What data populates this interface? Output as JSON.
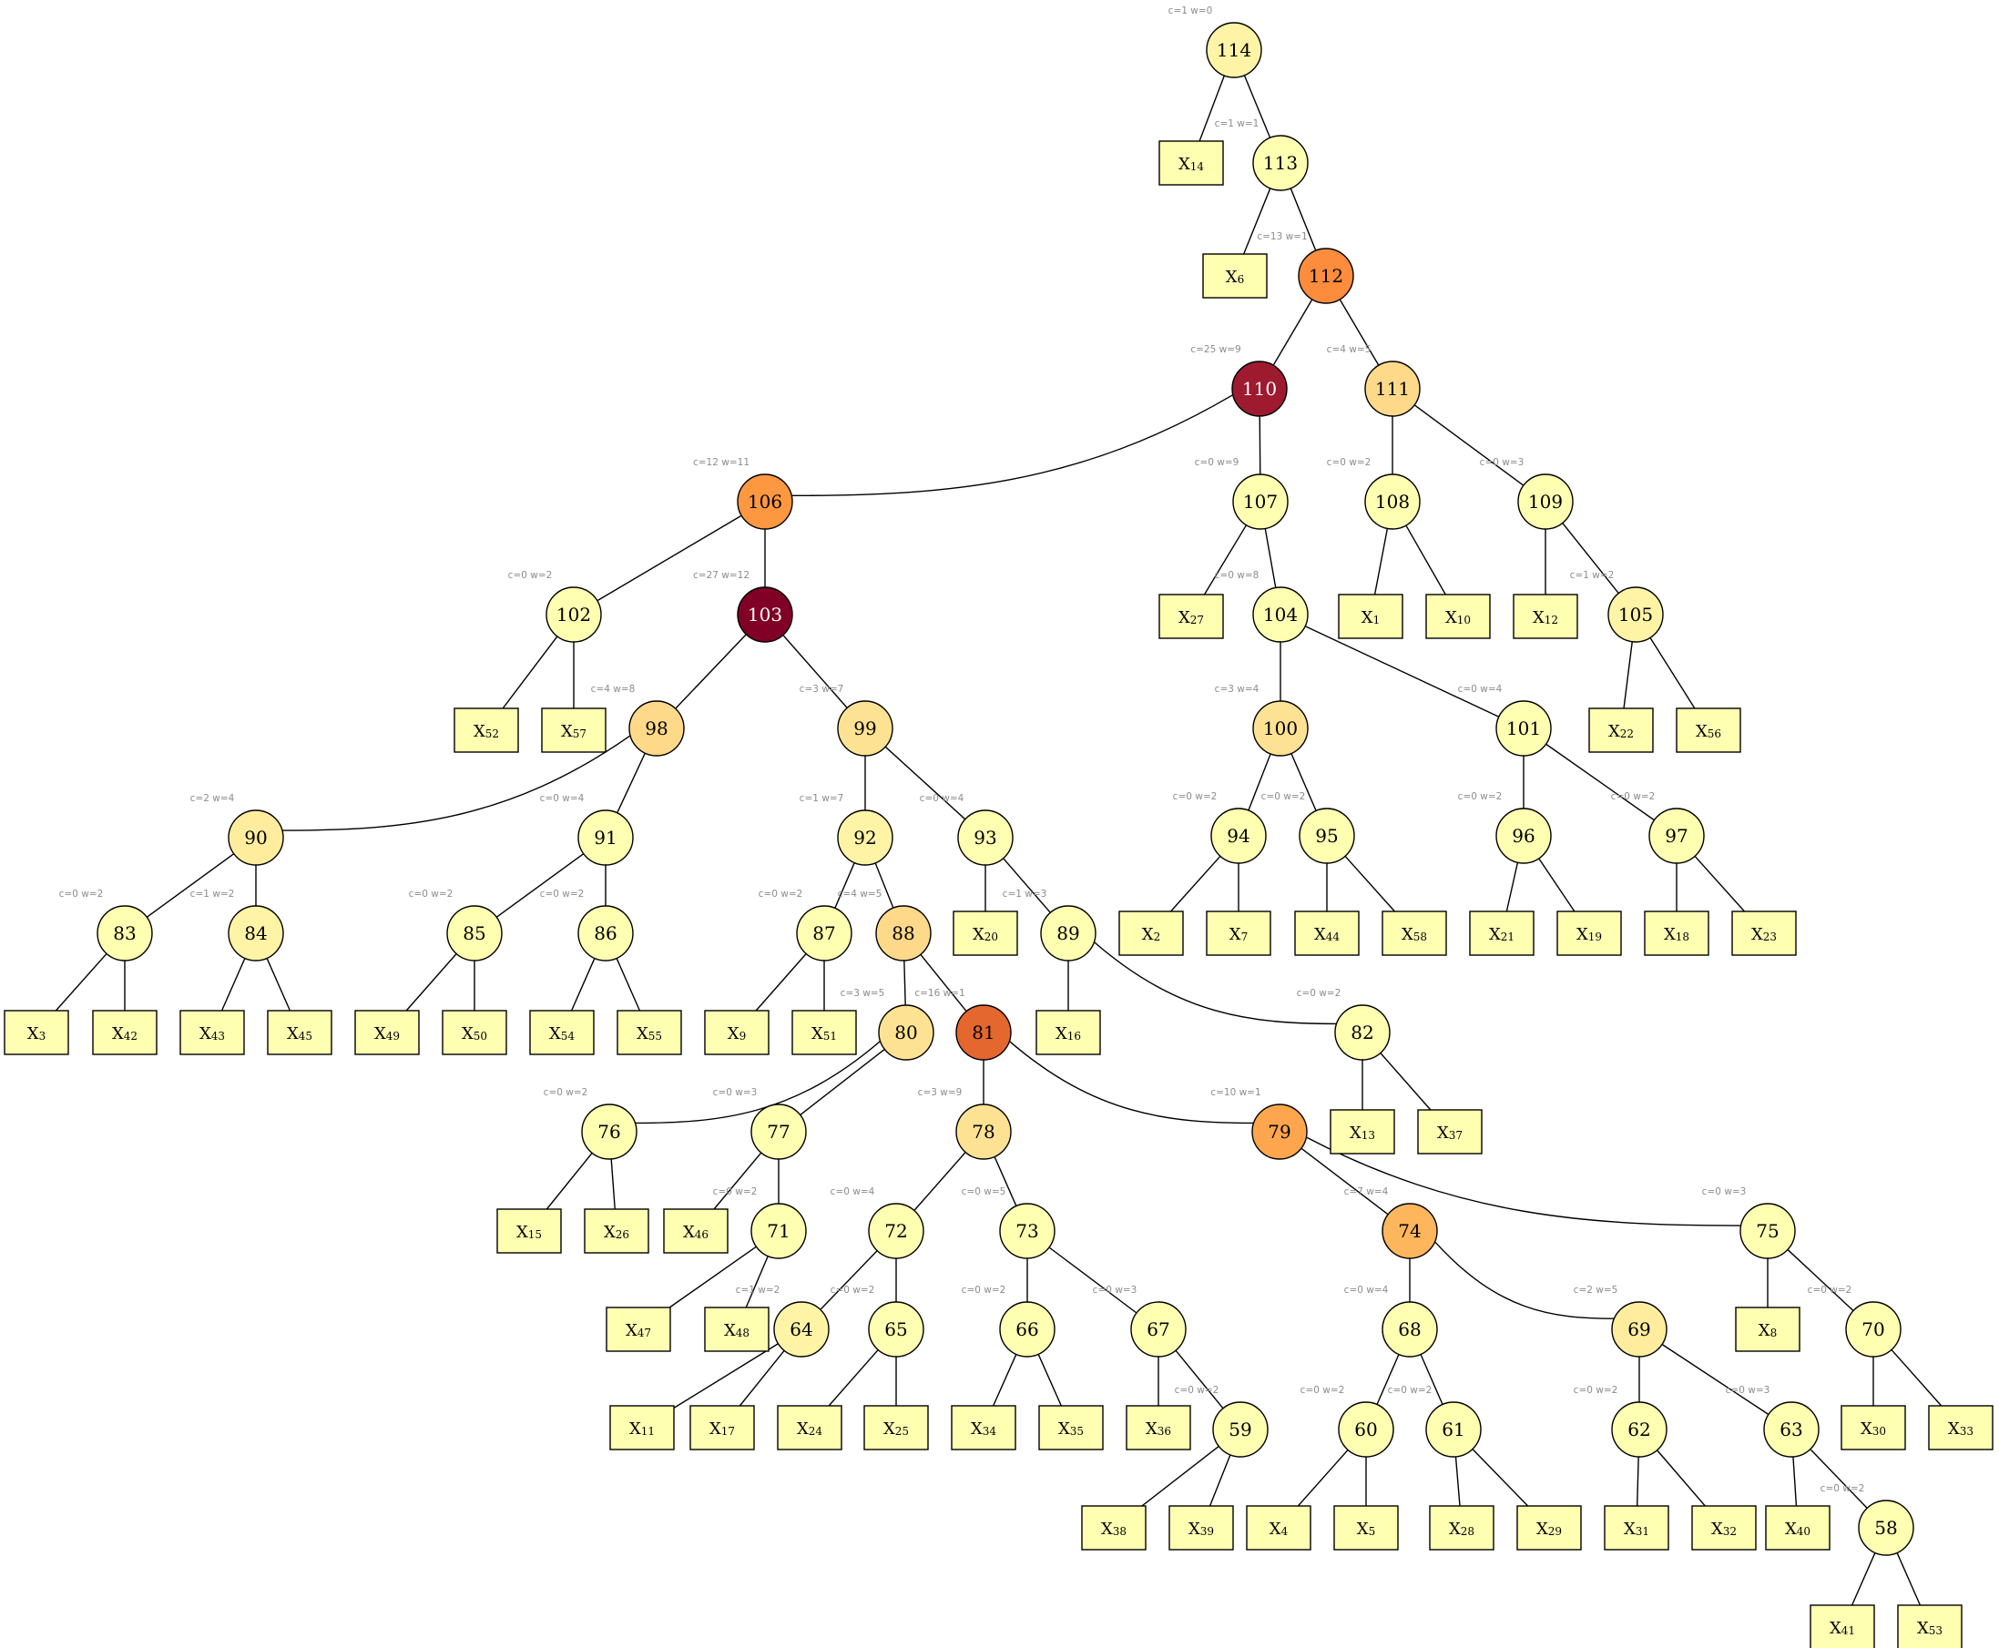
{
  "colors": {
    "background": "#ffffff",
    "leaf_fill": "#ffffb2",
    "stroke": "#000000",
    "annotation_text": "#8c8c8c",
    "c0": "#ffffb2",
    "c1": "#fff3a6",
    "c2": "#ffed9d",
    "c3": "#fee293",
    "c4": "#fed98a",
    "c7": "#feb65d",
    "c10": "#fea64d",
    "c12": "#fd9841",
    "c13": "#fd8d3c",
    "c16": "#e3672e",
    "c25": "#9e1a2e",
    "c27": "#800026"
  },
  "nodes": [
    {
      "id": "114",
      "c": 1,
      "ann": "c=1 w=0"
    },
    {
      "id": "113",
      "c": 0,
      "ann": "c=1 w=1"
    },
    {
      "id": "112",
      "c": 13,
      "ann": "c=13 w=1"
    },
    {
      "id": "110",
      "c": 25,
      "ann": "c=25 w=9"
    },
    {
      "id": "111",
      "c": 4,
      "ann": "c=4 w=5"
    },
    {
      "id": "106",
      "c": 12,
      "ann": "c=12 w=11"
    },
    {
      "id": "107",
      "c": 0,
      "ann": "c=0 w=9"
    },
    {
      "id": "108",
      "c": 0,
      "ann": "c=0 w=2"
    },
    {
      "id": "109",
      "c": 0,
      "ann": "c=0 w=3"
    },
    {
      "id": "102",
      "c": 0,
      "ann": "c=0 w=2"
    },
    {
      "id": "103",
      "c": 27,
      "ann": "c=27 w=12"
    },
    {
      "id": "104",
      "c": 0,
      "ann": "c=0 w=8"
    },
    {
      "id": "105",
      "c": 1,
      "ann": "c=1 w=2"
    },
    {
      "id": "98",
      "c": 4,
      "ann": "c=4 w=8"
    },
    {
      "id": "99",
      "c": 3,
      "ann": "c=3 w=7"
    },
    {
      "id": "100",
      "c": 3,
      "ann": "c=3 w=4"
    },
    {
      "id": "101",
      "c": 0,
      "ann": "c=0 w=4"
    },
    {
      "id": "90",
      "c": 2,
      "ann": "c=2 w=4"
    },
    {
      "id": "91",
      "c": 0,
      "ann": "c=0 w=4"
    },
    {
      "id": "92",
      "c": 1,
      "ann": "c=1 w=7"
    },
    {
      "id": "93",
      "c": 0,
      "ann": "c=0 w=4"
    },
    {
      "id": "94",
      "c": 0,
      "ann": "c=0 w=2"
    },
    {
      "id": "95",
      "c": 0,
      "ann": "c=0 w=2"
    },
    {
      "id": "96",
      "c": 0,
      "ann": "c=0 w=2"
    },
    {
      "id": "97",
      "c": 0,
      "ann": "c=0 w=2"
    },
    {
      "id": "83",
      "c": 0,
      "ann": "c=0 w=2"
    },
    {
      "id": "84",
      "c": 1,
      "ann": "c=1 w=2"
    },
    {
      "id": "85",
      "c": 0,
      "ann": "c=0 w=2"
    },
    {
      "id": "86",
      "c": 0,
      "ann": "c=0 w=2"
    },
    {
      "id": "87",
      "c": 0,
      "ann": "c=0 w=2"
    },
    {
      "id": "88",
      "c": 4,
      "ann": "c=4 w=5"
    },
    {
      "id": "89",
      "c": 0,
      "ann": "c=1 w=3"
    },
    {
      "id": "80",
      "c": 3,
      "ann": "c=3 w=5"
    },
    {
      "id": "81",
      "c": 16,
      "ann": "c=16 w=1"
    },
    {
      "id": "82",
      "c": 0,
      "ann": "c=0 w=2"
    },
    {
      "id": "76",
      "c": 0,
      "ann": "c=0 w=2"
    },
    {
      "id": "77",
      "c": 0,
      "ann": "c=0 w=3"
    },
    {
      "id": "78",
      "c": 3,
      "ann": "c=3 w=9"
    },
    {
      "id": "79",
      "c": 10,
      "ann": "c=10 w=1"
    },
    {
      "id": "71",
      "c": 0,
      "ann": "c=0 w=2"
    },
    {
      "id": "72",
      "c": 0,
      "ann": "c=0 w=4"
    },
    {
      "id": "73",
      "c": 0,
      "ann": "c=0 w=5"
    },
    {
      "id": "74",
      "c": 7,
      "ann": "c=7 w=4"
    },
    {
      "id": "75",
      "c": 0,
      "ann": "c=0 w=3"
    },
    {
      "id": "64",
      "c": 1,
      "ann": "c=1 w=2"
    },
    {
      "id": "65",
      "c": 0,
      "ann": "c=0 w=2"
    },
    {
      "id": "66",
      "c": 0,
      "ann": "c=0 w=2"
    },
    {
      "id": "67",
      "c": 0,
      "ann": "c=0 w=3"
    },
    {
      "id": "68",
      "c": 0,
      "ann": "c=0 w=4"
    },
    {
      "id": "69",
      "c": 2,
      "ann": "c=2 w=5"
    },
    {
      "id": "70",
      "c": 0,
      "ann": "c=0 w=2"
    },
    {
      "id": "59",
      "c": 0,
      "ann": "c=0 w=2"
    },
    {
      "id": "60",
      "c": 0,
      "ann": "c=0 w=2"
    },
    {
      "id": "61",
      "c": 0,
      "ann": "c=0 w=2"
    },
    {
      "id": "62",
      "c": 0,
      "ann": "c=0 w=2"
    },
    {
      "id": "63",
      "c": 0,
      "ann": "c=0 w=3"
    },
    {
      "id": "58",
      "c": 0,
      "ann": "c=0 w=2"
    }
  ],
  "leaves": [
    {
      "id": "X14",
      "n": "14"
    },
    {
      "id": "X6",
      "n": "6"
    },
    {
      "id": "X27",
      "n": "27"
    },
    {
      "id": "X1",
      "n": "1"
    },
    {
      "id": "X10",
      "n": "10"
    },
    {
      "id": "X12",
      "n": "12"
    },
    {
      "id": "X52",
      "n": "52"
    },
    {
      "id": "X57",
      "n": "57"
    },
    {
      "id": "X22",
      "n": "22"
    },
    {
      "id": "X56",
      "n": "56"
    },
    {
      "id": "X3",
      "n": "3"
    },
    {
      "id": "X42",
      "n": "42"
    },
    {
      "id": "X43",
      "n": "43"
    },
    {
      "id": "X45",
      "n": "45"
    },
    {
      "id": "X49",
      "n": "49"
    },
    {
      "id": "X50",
      "n": "50"
    },
    {
      "id": "X54",
      "n": "54"
    },
    {
      "id": "X55",
      "n": "55"
    },
    {
      "id": "X9",
      "n": "9"
    },
    {
      "id": "X51",
      "n": "51"
    },
    {
      "id": "X20",
      "n": "20"
    },
    {
      "id": "X2",
      "n": "2"
    },
    {
      "id": "X7",
      "n": "7"
    },
    {
      "id": "X44",
      "n": "44"
    },
    {
      "id": "X58",
      "n": "58"
    },
    {
      "id": "X21",
      "n": "21"
    },
    {
      "id": "X19",
      "n": "19"
    },
    {
      "id": "X18",
      "n": "18"
    },
    {
      "id": "X23",
      "n": "23"
    },
    {
      "id": "X16",
      "n": "16"
    },
    {
      "id": "X13",
      "n": "13"
    },
    {
      "id": "X37",
      "n": "37"
    },
    {
      "id": "X15",
      "n": "15"
    },
    {
      "id": "X26",
      "n": "26"
    },
    {
      "id": "X46",
      "n": "46"
    },
    {
      "id": "X47",
      "n": "47"
    },
    {
      "id": "X48",
      "n": "48"
    },
    {
      "id": "X11",
      "n": "11"
    },
    {
      "id": "X17",
      "n": "17"
    },
    {
      "id": "X24",
      "n": "24"
    },
    {
      "id": "X25",
      "n": "25"
    },
    {
      "id": "X34",
      "n": "34"
    },
    {
      "id": "X35",
      "n": "35"
    },
    {
      "id": "X36",
      "n": "36"
    },
    {
      "id": "X38",
      "n": "38"
    },
    {
      "id": "X39",
      "n": "39"
    },
    {
      "id": "X4",
      "n": "4"
    },
    {
      "id": "X5",
      "n": "5"
    },
    {
      "id": "X28",
      "n": "28"
    },
    {
      "id": "X29",
      "n": "29"
    },
    {
      "id": "X31",
      "n": "31"
    },
    {
      "id": "X32",
      "n": "32"
    },
    {
      "id": "X40",
      "n": "40"
    },
    {
      "id": "X8",
      "n": "8"
    },
    {
      "id": "X30",
      "n": "30"
    },
    {
      "id": "X33",
      "n": "33"
    },
    {
      "id": "X41",
      "n": "41"
    },
    {
      "id": "X53",
      "n": "53"
    }
  ],
  "edges": [
    [
      "114",
      "X14"
    ],
    [
      "114",
      "113"
    ],
    [
      "113",
      "X6"
    ],
    [
      "113",
      "112"
    ],
    [
      "112",
      "110"
    ],
    [
      "112",
      "111"
    ],
    [
      "110",
      "106"
    ],
    [
      "110",
      "107"
    ],
    [
      "111",
      "108"
    ],
    [
      "111",
      "109"
    ],
    [
      "106",
      "102"
    ],
    [
      "106",
      "103"
    ],
    [
      "107",
      "X27"
    ],
    [
      "107",
      "104"
    ],
    [
      "108",
      "X1"
    ],
    [
      "108",
      "X10"
    ],
    [
      "109",
      "X12"
    ],
    [
      "109",
      "105"
    ],
    [
      "102",
      "X52"
    ],
    [
      "102",
      "X57"
    ],
    [
      "103",
      "98"
    ],
    [
      "103",
      "99"
    ],
    [
      "104",
      "100"
    ],
    [
      "104",
      "101"
    ],
    [
      "105",
      "X22"
    ],
    [
      "105",
      "X56"
    ],
    [
      "98",
      "90"
    ],
    [
      "98",
      "91"
    ],
    [
      "99",
      "92"
    ],
    [
      "99",
      "93"
    ],
    [
      "100",
      "94"
    ],
    [
      "100",
      "95"
    ],
    [
      "101",
      "96"
    ],
    [
      "101",
      "97"
    ],
    [
      "90",
      "83"
    ],
    [
      "90",
      "84"
    ],
    [
      "91",
      "85"
    ],
    [
      "91",
      "86"
    ],
    [
      "92",
      "87"
    ],
    [
      "92",
      "88"
    ],
    [
      "93",
      "X20"
    ],
    [
      "93",
      "89"
    ],
    [
      "94",
      "X2"
    ],
    [
      "94",
      "X7"
    ],
    [
      "95",
      "X44"
    ],
    [
      "95",
      "X58"
    ],
    [
      "96",
      "X21"
    ],
    [
      "96",
      "X19"
    ],
    [
      "97",
      "X18"
    ],
    [
      "97",
      "X23"
    ],
    [
      "83",
      "X3"
    ],
    [
      "83",
      "X42"
    ],
    [
      "84",
      "X43"
    ],
    [
      "84",
      "X45"
    ],
    [
      "85",
      "X49"
    ],
    [
      "85",
      "X50"
    ],
    [
      "86",
      "X54"
    ],
    [
      "86",
      "X55"
    ],
    [
      "87",
      "X9"
    ],
    [
      "87",
      "X51"
    ],
    [
      "88",
      "80"
    ],
    [
      "88",
      "81"
    ],
    [
      "89",
      "X16"
    ],
    [
      "89",
      "82"
    ],
    [
      "82",
      "X13"
    ],
    [
      "82",
      "X37"
    ],
    [
      "80",
      "76"
    ],
    [
      "80",
      "77"
    ],
    [
      "81",
      "78"
    ],
    [
      "81",
      "79"
    ],
    [
      "76",
      "X15"
    ],
    [
      "76",
      "X26"
    ],
    [
      "77",
      "X46"
    ],
    [
      "77",
      "71"
    ],
    [
      "78",
      "72"
    ],
    [
      "78",
      "73"
    ],
    [
      "79",
      "74"
    ],
    [
      "79",
      "75"
    ],
    [
      "71",
      "X47"
    ],
    [
      "71",
      "X48"
    ],
    [
      "72",
      "64"
    ],
    [
      "72",
      "65"
    ],
    [
      "73",
      "66"
    ],
    [
      "73",
      "67"
    ],
    [
      "74",
      "68"
    ],
    [
      "74",
      "69"
    ],
    [
      "75",
      "X8"
    ],
    [
      "75",
      "70"
    ],
    [
      "64",
      "X11"
    ],
    [
      "64",
      "X17"
    ],
    [
      "65",
      "X24"
    ],
    [
      "65",
      "X25"
    ],
    [
      "66",
      "X34"
    ],
    [
      "66",
      "X35"
    ],
    [
      "67",
      "X36"
    ],
    [
      "67",
      "59"
    ],
    [
      "68",
      "60"
    ],
    [
      "68",
      "61"
    ],
    [
      "69",
      "62"
    ],
    [
      "69",
      "63"
    ],
    [
      "70",
      "X30"
    ],
    [
      "70",
      "X33"
    ],
    [
      "59",
      "X38"
    ],
    [
      "59",
      "X39"
    ],
    [
      "60",
      "X4"
    ],
    [
      "60",
      "X5"
    ],
    [
      "61",
      "X28"
    ],
    [
      "61",
      "X29"
    ],
    [
      "62",
      "X31"
    ],
    [
      "62",
      "X32"
    ],
    [
      "63",
      "X40"
    ],
    [
      "63",
      "58"
    ],
    [
      "58",
      "X41"
    ],
    [
      "58",
      "X53"
    ]
  ]
}
